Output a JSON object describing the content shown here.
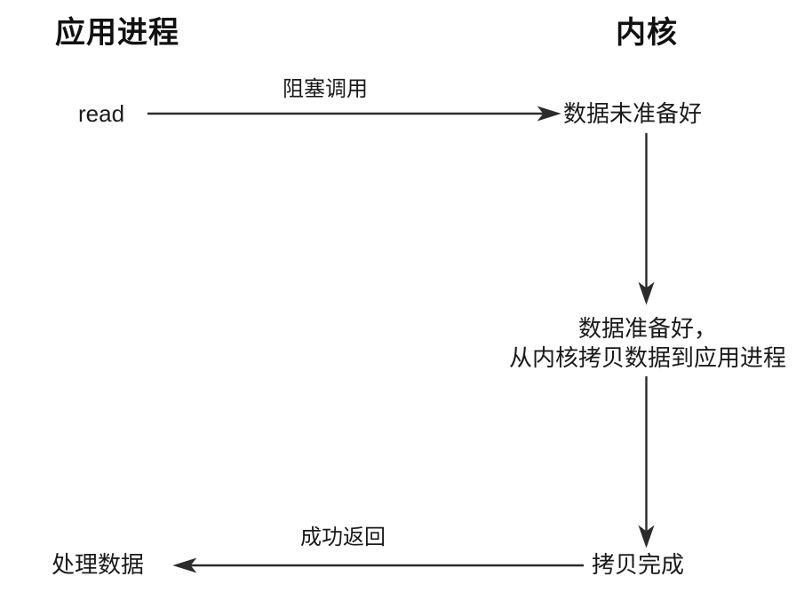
{
  "diagram": {
    "title_app": "应用进程",
    "title_kernel": "内核",
    "nodes": {
      "read": "read",
      "data_not_ready": "数据未准备好",
      "data_ready_line1": "数据准备好，",
      "data_ready_line2": "从内核拷贝数据到应用进程",
      "copy_done": "拷贝完成",
      "process_data": "处理数据"
    },
    "edges": {
      "blocking_call": "阻塞调用",
      "success_return": "成功返回"
    },
    "colors": {
      "background": "#ffffff",
      "text": "#1a1a1a",
      "stroke": "#2b2b2b"
    }
  }
}
